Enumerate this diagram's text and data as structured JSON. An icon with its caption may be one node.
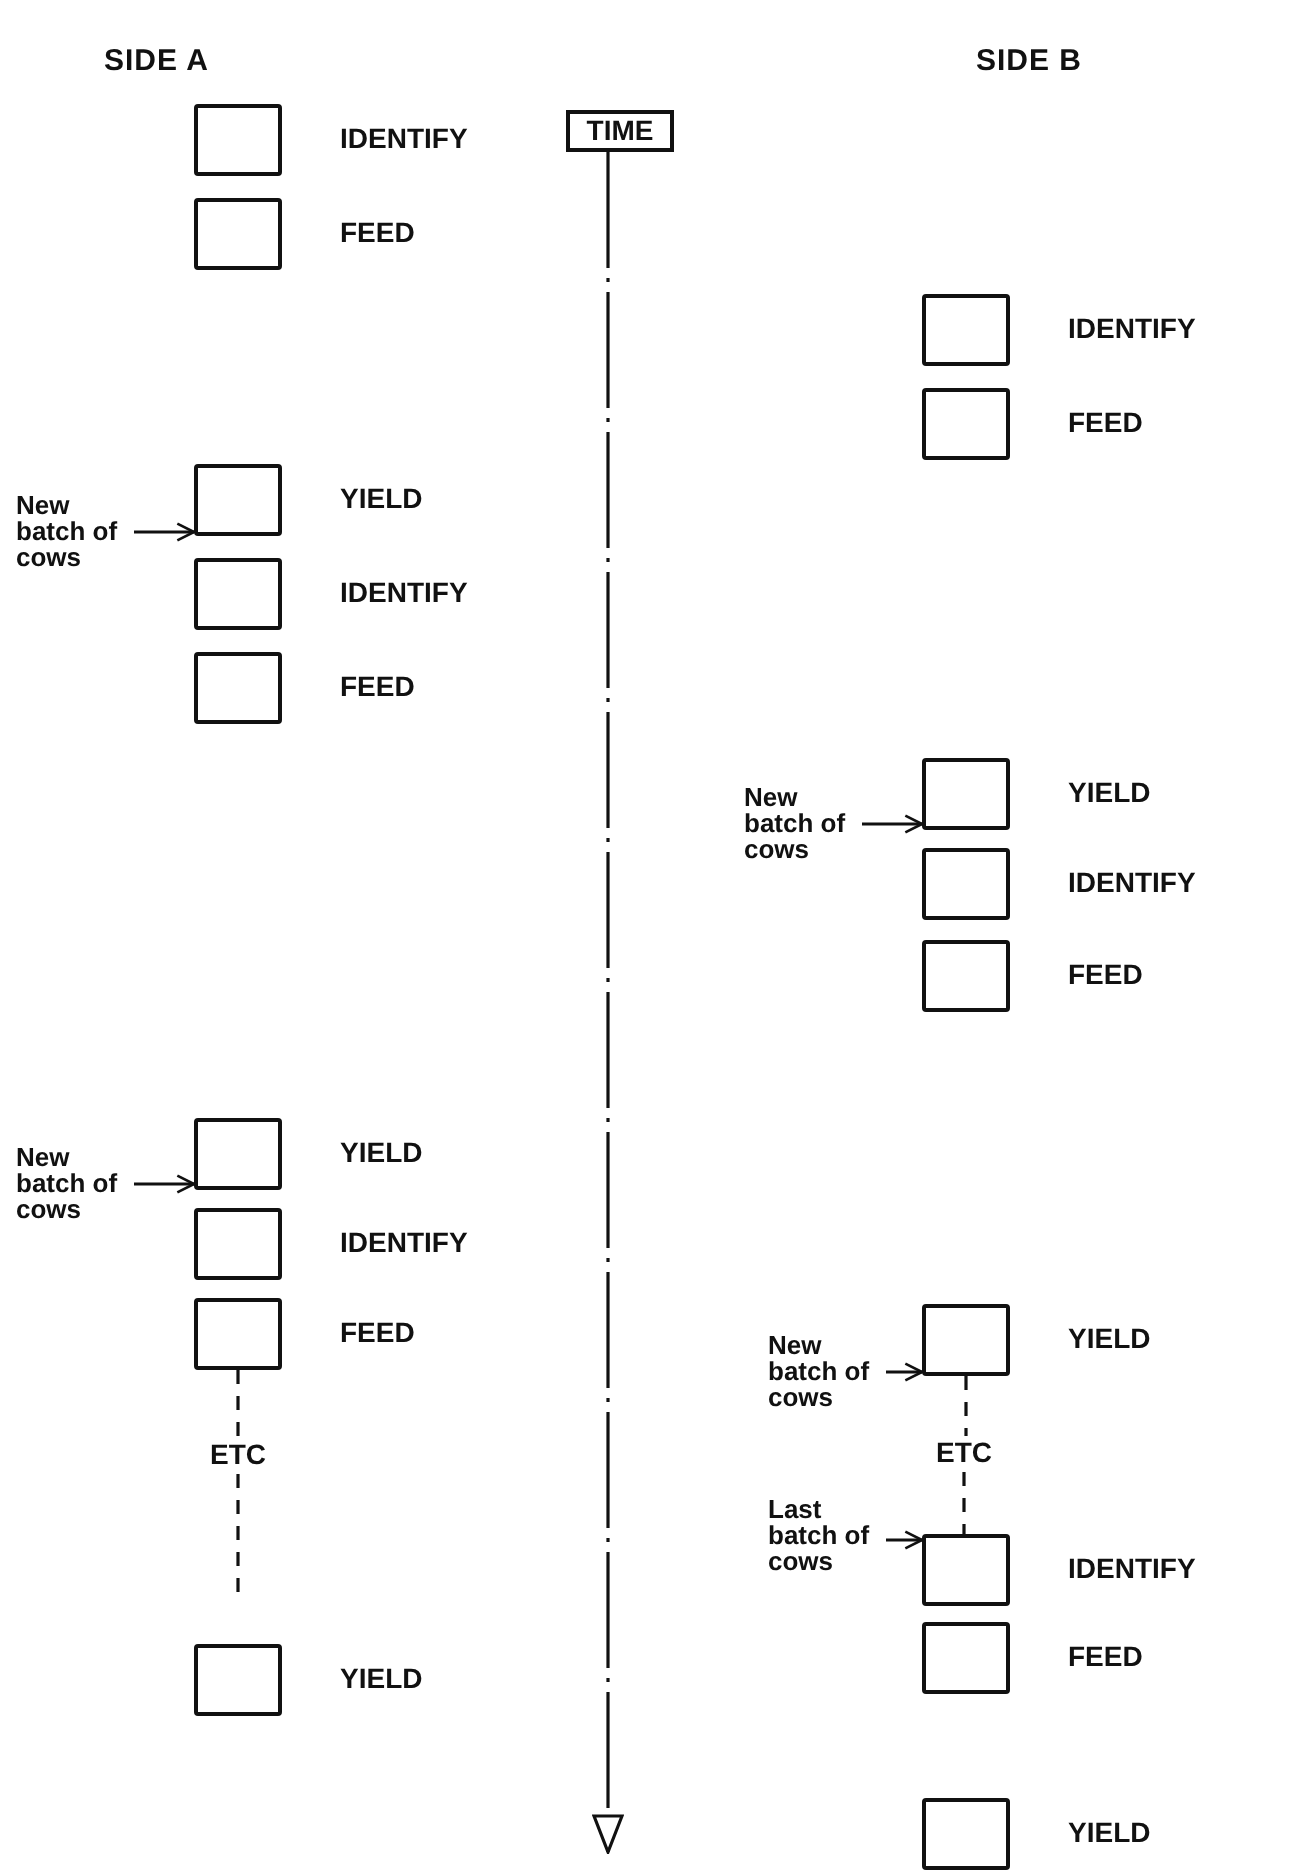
{
  "diagram": {
    "nodes": [
      {
        "text": [
          "TIME"
        ]
      },
      {
        "text": [],
        "shape": "box",
        "beside": [
          "IDENTIFY"
        ]
      },
      {
        "text": [],
        "shape": "box",
        "beside": [
          "FEED"
        ]
      },
      {
        "text": [
          "New batch of cows"
        ]
      },
      {
        "text": [],
        "shape": "box",
        "beside": [
          "YIELD"
        ]
      },
      {
        "text": [],
        "shape": "box",
        "beside": [
          "IDENTIFY"
        ]
      },
      {
        "text": [],
        "shape": "box",
        "beside": [
          "FEED"
        ]
      },
      {
        "text": [
          "New batch of cows"
        ]
      },
      {
        "text": [],
        "shape": "box",
        "beside": [
          "YIELD"
        ]
      },
      {
        "text": [],
        "shape": "box",
        "beside": [
          "IDENTIFY"
        ]
      },
      {
        "text": [],
        "shape": "box",
        "beside": [
          "FEED"
        ]
      },
      {
        "text": [
          "ETC"
        ]
      },
      {
        "text": [],
        "shape": "box",
        "beside": [
          "YIELD"
        ]
      },
      {
        "text": [],
        "shape": "box",
        "beside": [
          "IDENTIFY"
        ]
      },
      {
        "text": [],
        "shape": "box",
        "beside": [
          "FEED"
        ]
      },
      {
        "text": [
          "New batch of cows"
        ]
      },
      {
        "text": [],
        "shape": "box",
        "beside": [
          "YIELD"
        ]
      },
      {
        "text": [],
        "shape": "box",
        "beside": [
          "IDENTIFY"
        ]
      },
      {
        "text": [],
        "shape": "box",
        "beside": [
          "FEED"
        ]
      },
      {
        "text": [
          "New batch of cows"
        ]
      },
      {
        "text": [],
        "shape": "box",
        "beside": [
          "YIELD"
        ]
      },
      {
        "text": [
          "ETC"
        ]
      },
      {
        "text": [
          "Last batch of cows"
        ]
      },
      {
        "text": [],
        "shape": "box",
        "beside": [
          "IDENTIFY"
        ]
      },
      {
        "text": [],
        "shape": "box",
        "beside": [
          "FEED"
        ]
      },
      {
        "text": [],
        "shape": "box",
        "beside": [
          "YIELD"
        ]
      }
    ],
    "edges": [
      {
        "from": 0,
        "to": null,
        "arrow": "to",
        "style": "dashed"
      },
      {
        "from": 3,
        "to": 4,
        "arrow": "to"
      },
      {
        "from": 7,
        "to": 8,
        "arrow": "to"
      },
      {
        "from": 10,
        "to": 11,
        "arrow": "none",
        "style": "dashed"
      },
      {
        "from": 11,
        "to": null,
        "arrow": "none",
        "style": "dashed"
      },
      {
        "from": 15,
        "to": 16,
        "arrow": "to"
      },
      {
        "from": 19,
        "to": 20,
        "arrow": "to"
      },
      {
        "from": 20,
        "to": 21,
        "arrow": "none",
        "style": "dashed"
      },
      {
        "from": 21,
        "to": 23,
        "arrow": "none",
        "style": "dashed"
      },
      {
        "from": 22,
        "to": 23,
        "arrow": "to"
      }
    ],
    "labels": [
      "SIDE A",
      "SIDE B"
    ]
  }
}
